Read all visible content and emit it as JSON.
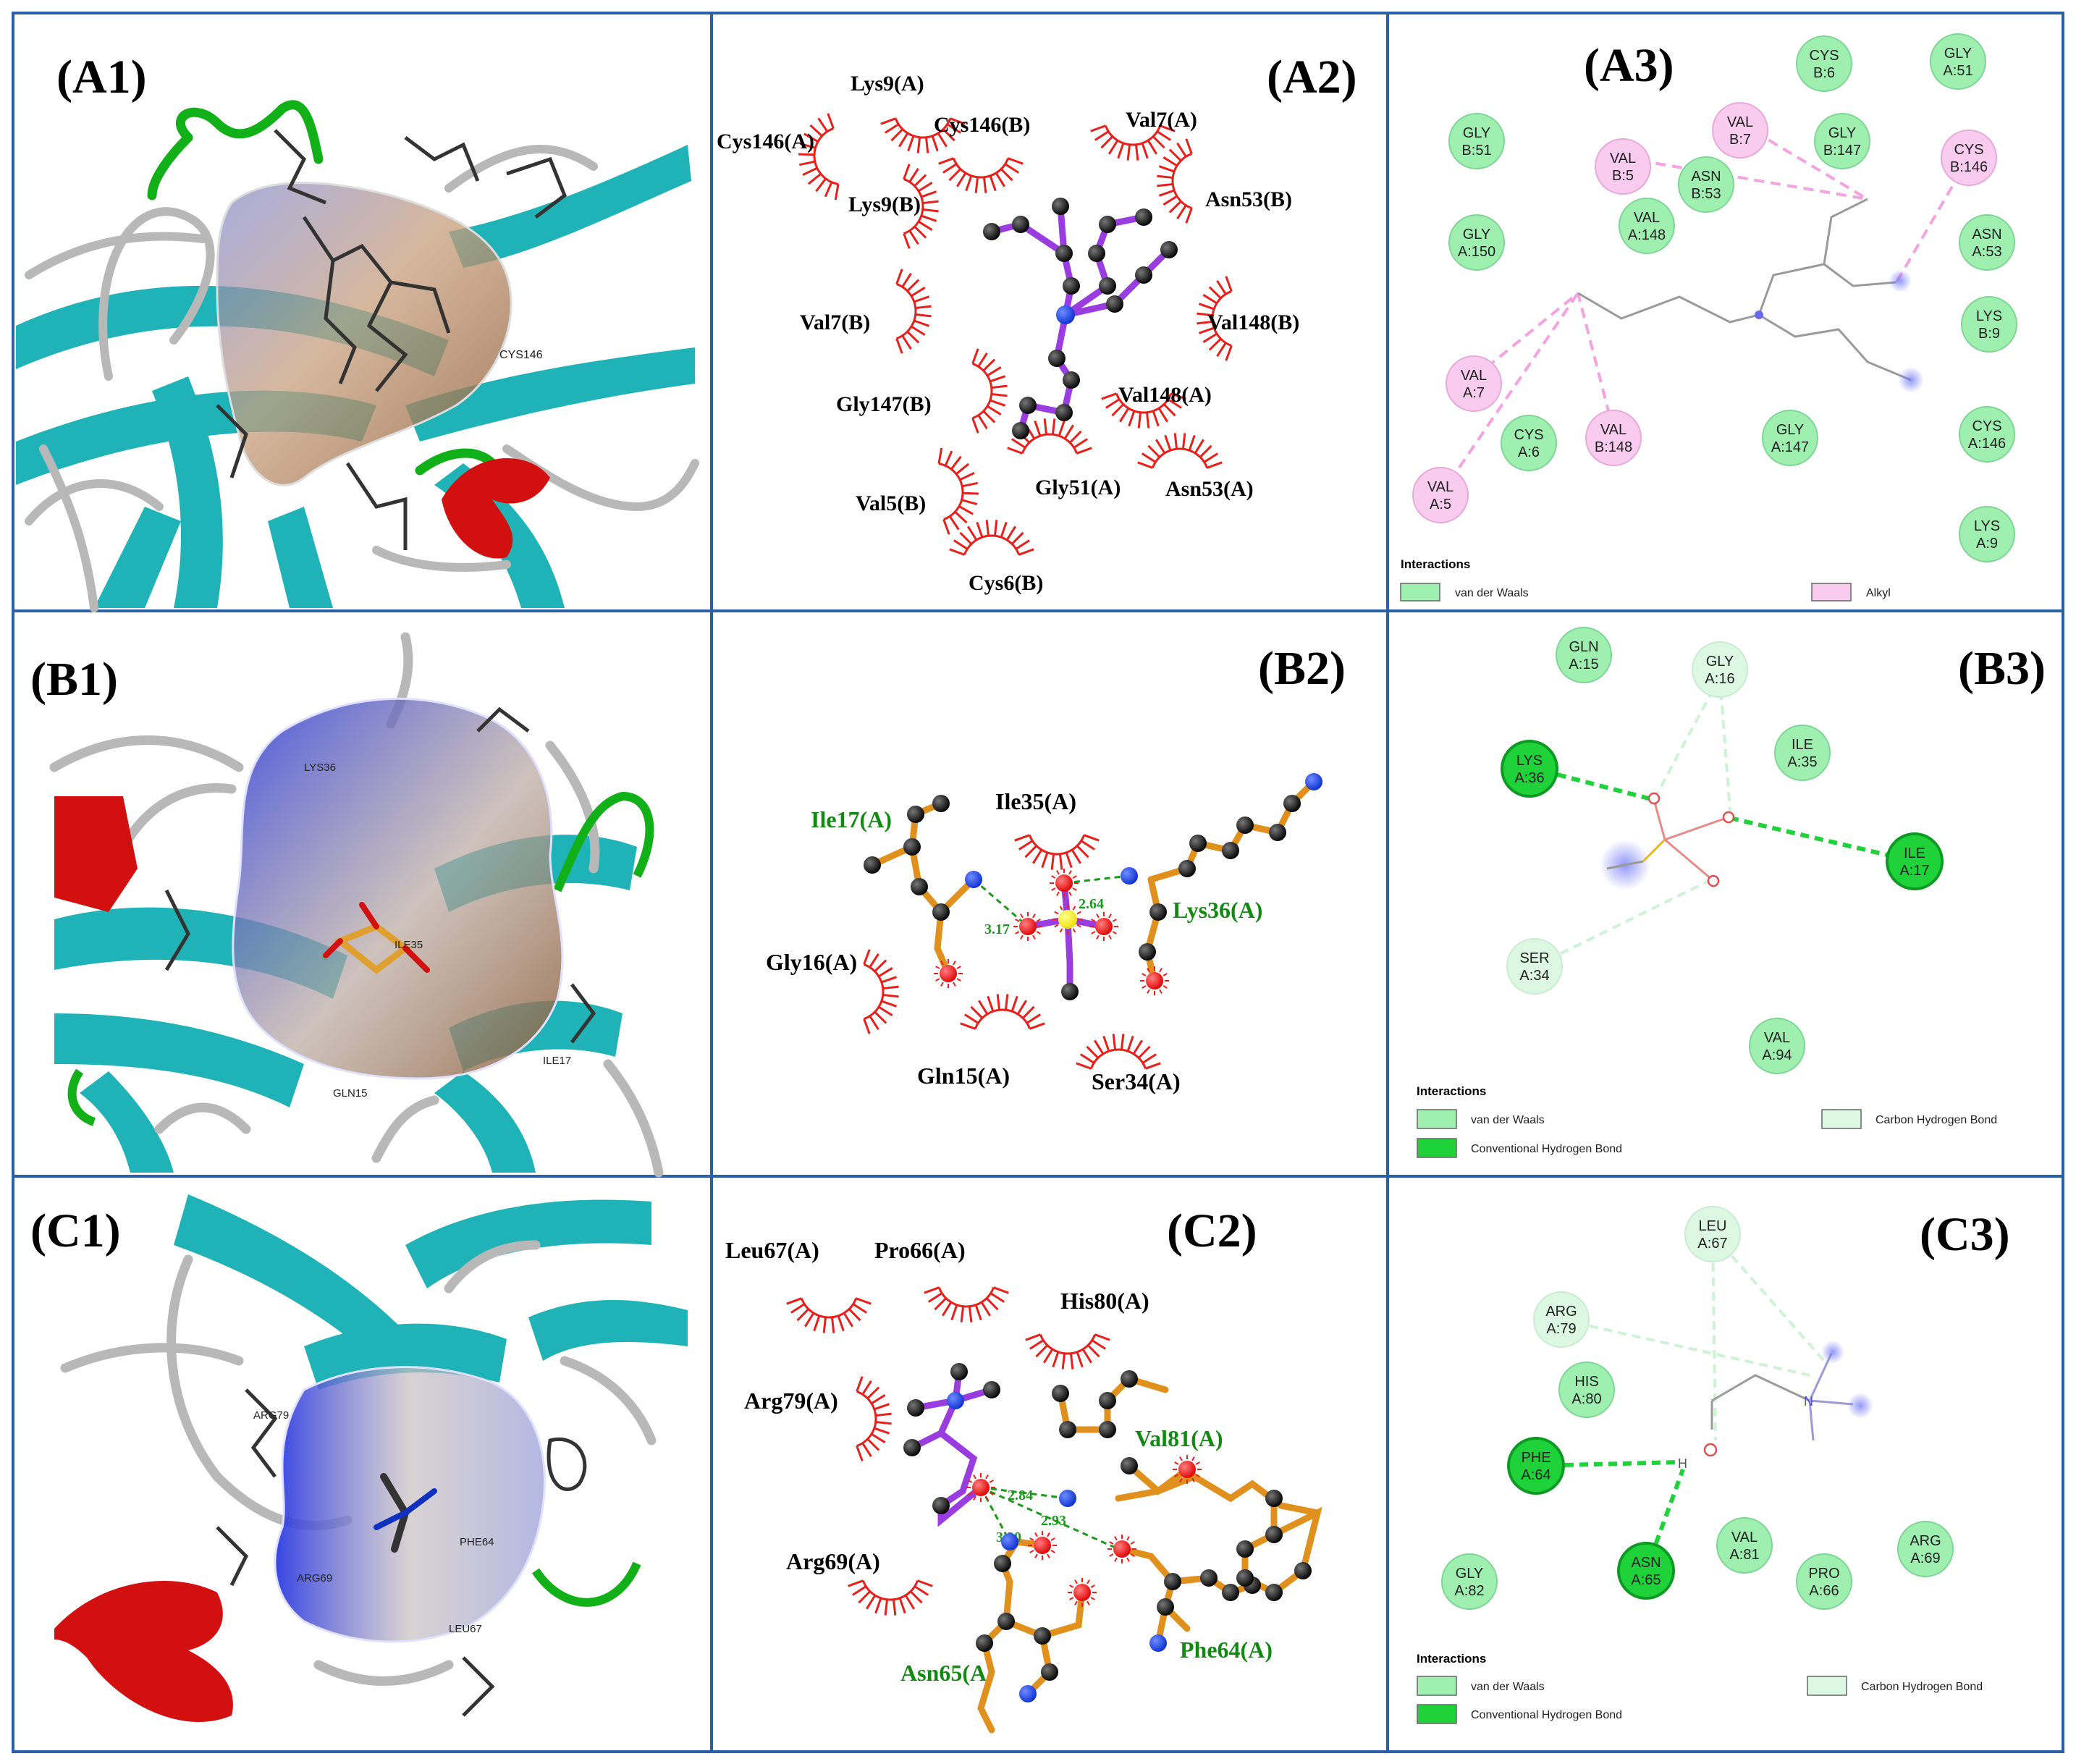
{
  "colors": {
    "border": "#2b5fa8",
    "vdw": "#9fefb0",
    "vdw_stroke": "#7ed694",
    "hbond": "#1fd23a",
    "chb": "#ddf8e2",
    "alkyl": "#f9ccef",
    "teal": "#1fb3b8",
    "green_ribbon": "#12b018",
    "red_helix": "#d31010",
    "coil": "#b8b8b8",
    "arc": "#e8201b",
    "bond_purple": "#9a3de0",
    "bond_orange": "#e0901c",
    "hbond_dash": "#1a9a1a",
    "label_green": "#128a12"
  },
  "row_a": {
    "a1": {
      "label": "(A1)",
      "residue_tag": "CYS146"
    },
    "a2": {
      "label": "(A2)",
      "residues": [
        "Lys9(A)",
        "Cys146(A)",
        "Cys146(B)",
        "Val7(A)",
        "Lys9(B)",
        "Asn53(B)",
        "Val7(B)",
        "Val148(B)",
        "Gly147(B)",
        "Val148(A)",
        "Val5(B)",
        "Gly51(A)",
        "Asn53(A)",
        "Cys6(B)"
      ]
    },
    "a3": {
      "label": "(A3)",
      "residues": [
        {
          "l1": "CYS",
          "l2": "B:6",
          "kind": "vdw"
        },
        {
          "l1": "GLY",
          "l2": "A:51",
          "kind": "vdw"
        },
        {
          "l1": "GLY",
          "l2": "B:51",
          "kind": "vdw"
        },
        {
          "l1": "VAL",
          "l2": "B:7",
          "kind": "alkyl"
        },
        {
          "l1": "GLY",
          "l2": "B:147",
          "kind": "vdw"
        },
        {
          "l1": "VAL",
          "l2": "B:5",
          "kind": "alkyl"
        },
        {
          "l1": "CYS",
          "l2": "B:146",
          "kind": "alkyl"
        },
        {
          "l1": "ASN",
          "l2": "B:53",
          "kind": "vdw"
        },
        {
          "l1": "GLY",
          "l2": "A:150",
          "kind": "vdw"
        },
        {
          "l1": "VAL",
          "l2": "A:148",
          "kind": "vdw"
        },
        {
          "l1": "ASN",
          "l2": "A:53",
          "kind": "vdw"
        },
        {
          "l1": "LYS",
          "l2": "B:9",
          "kind": "vdw"
        },
        {
          "l1": "VAL",
          "l2": "A:7",
          "kind": "alkyl"
        },
        {
          "l1": "CYS",
          "l2": "A:6",
          "kind": "vdw"
        },
        {
          "l1": "VAL",
          "l2": "B:148",
          "kind": "alkyl"
        },
        {
          "l1": "GLY",
          "l2": "A:147",
          "kind": "vdw"
        },
        {
          "l1": "CYS",
          "l2": "A:146",
          "kind": "vdw"
        },
        {
          "l1": "VAL",
          "l2": "A:5",
          "kind": "alkyl"
        },
        {
          "l1": "LYS",
          "l2": "A:9",
          "kind": "vdw"
        }
      ],
      "legend": {
        "title": "Interactions",
        "items": [
          "van der Waals",
          "Alkyl"
        ]
      }
    }
  },
  "row_b": {
    "b1": {
      "label": "(B1)",
      "residue_tags": [
        "LYS36",
        "ILE35",
        "ILE17",
        "GLN15"
      ]
    },
    "b2": {
      "label": "(B2)",
      "residues_green": [
        "Ile17(A)",
        "Lys36(A)"
      ],
      "residues_red": [
        "Ile35(A)",
        "Gly16(A)",
        "Gln15(A)",
        "Ser34(A)"
      ],
      "distances": [
        "3.17",
        "2.64"
      ]
    },
    "b3": {
      "label": "(B3)",
      "residues": [
        {
          "l1": "GLN",
          "l2": "A:15",
          "kind": "vdw"
        },
        {
          "l1": "GLY",
          "l2": "A:16",
          "kind": "chb"
        },
        {
          "l1": "LYS",
          "l2": "A:36",
          "kind": "hbond"
        },
        {
          "l1": "ILE",
          "l2": "A:35",
          "kind": "vdw"
        },
        {
          "l1": "ILE",
          "l2": "A:17",
          "kind": "hbond"
        },
        {
          "l1": "SER",
          "l2": "A:34",
          "kind": "chb"
        },
        {
          "l1": "VAL",
          "l2": "A:94",
          "kind": "vdw"
        }
      ],
      "legend": {
        "title": "Interactions",
        "items": [
          "van der Waals",
          "Conventional Hydrogen Bond",
          "Carbon Hydrogen Bond"
        ]
      }
    }
  },
  "row_c": {
    "c1": {
      "label": "(C1)",
      "residue_tags": [
        "ARG79",
        "ARG69",
        "PHE64",
        "LEU67"
      ]
    },
    "c2": {
      "label": "(C2)",
      "residues_green": [
        "Val81(A)",
        "Asn65(A)",
        "Phe64(A)"
      ],
      "residues_red": [
        "Leu67(A)",
        "Pro66(A)",
        "His80(A)",
        "Arg79(A)",
        "Arg69(A)"
      ],
      "distances": [
        "2.84",
        "2.93",
        "3.20"
      ]
    },
    "c3": {
      "label": "(C3)",
      "residues": [
        {
          "l1": "LEU",
          "l2": "A:67",
          "kind": "chb"
        },
        {
          "l1": "ARG",
          "l2": "A:79",
          "kind": "chb"
        },
        {
          "l1": "HIS",
          "l2": "A:80",
          "kind": "vdw"
        },
        {
          "l1": "PHE",
          "l2": "A:64",
          "kind": "hbond"
        },
        {
          "l1": "ASN",
          "l2": "A:65",
          "kind": "hbond"
        },
        {
          "l1": "VAL",
          "l2": "A:81",
          "kind": "vdw"
        },
        {
          "l1": "GLY",
          "l2": "A:82",
          "kind": "vdw"
        },
        {
          "l1": "PRO",
          "l2": "A:66",
          "kind": "vdw"
        },
        {
          "l1": "ARG",
          "l2": "A:69",
          "kind": "vdw"
        }
      ],
      "legend": {
        "title": "Interactions",
        "items": [
          "van der Waals",
          "Conventional Hydrogen Bond",
          "Carbon Hydrogen Bond"
        ]
      }
    }
  }
}
